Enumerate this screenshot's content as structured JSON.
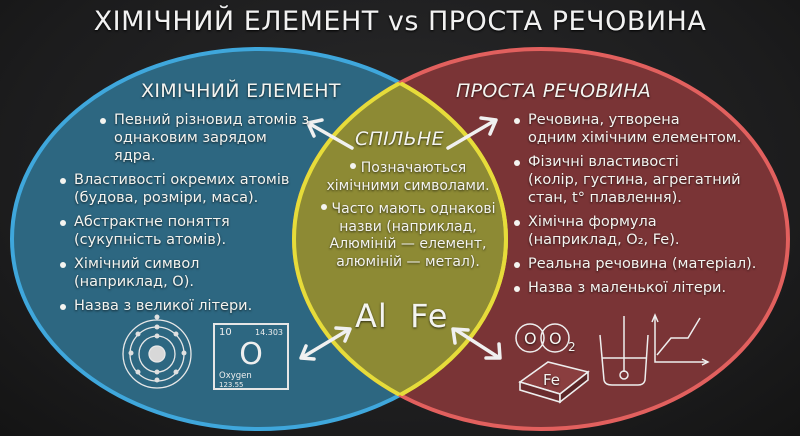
{
  "title": "ХІМІЧНИЙ ЕЛЕМЕНТ vs ПРОСТА РЕЧОВИНА",
  "colors": {
    "background": "#1f1f20",
    "left_fill": "#2d6781",
    "left_stroke": "#3fa7dc",
    "right_fill": "#7a3436",
    "right_stroke": "#e2605e",
    "center_fill": "#8d8a34",
    "center_stroke": "#e6dc3a",
    "text": "#f4f4f0"
  },
  "left": {
    "heading": "ХІМІЧНИЙ ЕЛЕМЕНТ",
    "items": [
      {
        "line1": "Певний різновид атомів з",
        "line2": "однаковим зарядом ядра."
      },
      {
        "line1": "Властивості окремих атомів",
        "line2": "(будова, розміри, маса)."
      },
      {
        "line1": "Абстрактне поняття",
        "line2": "(сукупність атомів)."
      },
      {
        "line1": "Хімічний символ",
        "line2": "(наприклад, O)."
      },
      {
        "line1": "Назва з великої літери.",
        "line2": ""
      }
    ],
    "element_card": {
      "number": "10",
      "mass_top": "14.303",
      "symbol": "O",
      "name": "Oxygen",
      "mass_bottom": "123.55"
    },
    "icons": [
      "atom-model-icon",
      "periodic-element-card-icon"
    ]
  },
  "center": {
    "heading": "СПІЛЬНЕ",
    "items": [
      {
        "lines": [
          "Позначаються",
          "хімічними символами."
        ]
      },
      {
        "lines": [
          "Часто мають однакові",
          "назви (наприклад,",
          "Алюміній — елемент,",
          "алюміній — метал)."
        ]
      }
    ],
    "symbols": "Al  Fe"
  },
  "right": {
    "heading": "ПРОСТА РЕЧОВИНА",
    "items": [
      {
        "line1": "Речовина, утворена",
        "line2": "одним хімічним елементом."
      },
      {
        "line1": "Фізичні властивості",
        "line2": "(колір, густина, агрегатний",
        "line3": "стан, t° плавлення)."
      },
      {
        "line1": "Хімічна формула",
        "line2": "(наприклад, O₂, Fe)."
      },
      {
        "line1": "Реальна речовина (матеріал).",
        "line2": ""
      },
      {
        "line1": "Назва з маленької літери.",
        "line2": ""
      }
    ],
    "o2_label": "O",
    "o2_sub": "2",
    "fe_block": "Fe",
    "icons": [
      "oxygen-molecule-icon",
      "iron-block-icon",
      "beaker-thermometer-icon",
      "heating-graph-icon"
    ]
  }
}
